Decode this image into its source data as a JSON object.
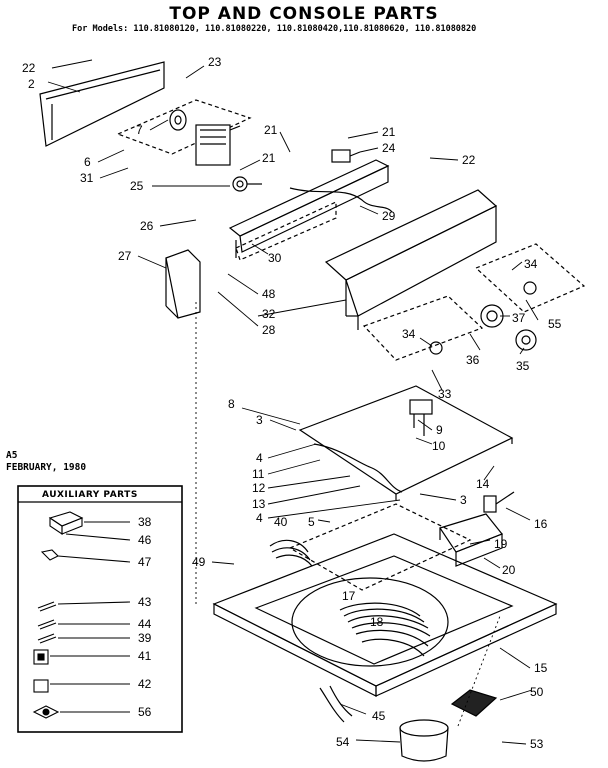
{
  "title": "TOP AND CONSOLE PARTS",
  "models_line": "For Models: 110.81080120, 110.81080220, 110.81080420,110.81080620, 110.81080820",
  "code": "A5",
  "date": "FEBRUARY, 1980",
  "auxiliary": {
    "title": "AUXILIARY PARTS",
    "callouts": [
      "38",
      "46",
      "47",
      "43",
      "44",
      "39",
      "41",
      "42",
      "56"
    ]
  },
  "callouts": {
    "c22a": "22",
    "c2": "2",
    "c23": "23",
    "c7": "7",
    "c6": "6",
    "c31": "31",
    "c21a": "21",
    "c21b": "21",
    "c21c": "21",
    "c24": "24",
    "c22b": "22",
    "c25": "25",
    "c29": "29",
    "c26": "26",
    "c27": "27",
    "c30": "30",
    "c48": "48",
    "c32": "32",
    "c28": "28",
    "c34a": "34",
    "c37": "37",
    "c55": "55",
    "c34b": "34",
    "c36": "36",
    "c35": "35",
    "c33": "33",
    "c8": "8",
    "c3a": "3",
    "c9": "9",
    "c10": "10",
    "c4a": "4",
    "c11": "11",
    "c12": "12",
    "c13": "13",
    "c4b": "4",
    "c14": "14",
    "c3b": "3",
    "c16": "16",
    "c40": "40",
    "c5": "5",
    "c19": "19",
    "c49": "49",
    "c20": "20",
    "c17": "17",
    "c18": "18",
    "c15": "15",
    "c50": "50",
    "c45": "45",
    "c54": "54",
    "c53": "53"
  }
}
